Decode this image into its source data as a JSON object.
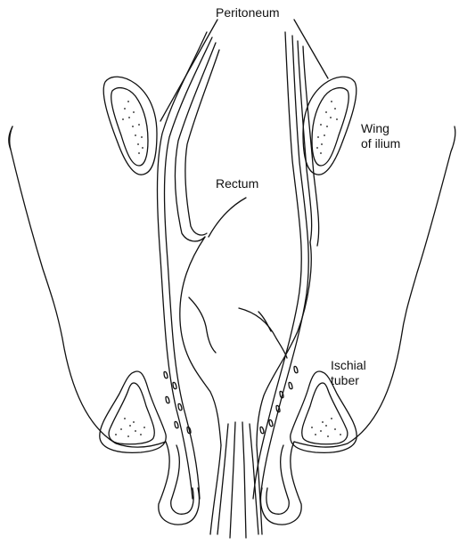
{
  "diagram": {
    "labels": {
      "peritoneum": "Peritoneum",
      "rectum": "Rectum",
      "wing_of_ilium_line1": "Wing",
      "wing_of_ilium_line2": "of ilium",
      "ischial_tuber_line1": "Ischial",
      "ischial_tuber_line2": "tuber"
    },
    "colors": {
      "line": "#111111",
      "background": "#ffffff"
    }
  }
}
